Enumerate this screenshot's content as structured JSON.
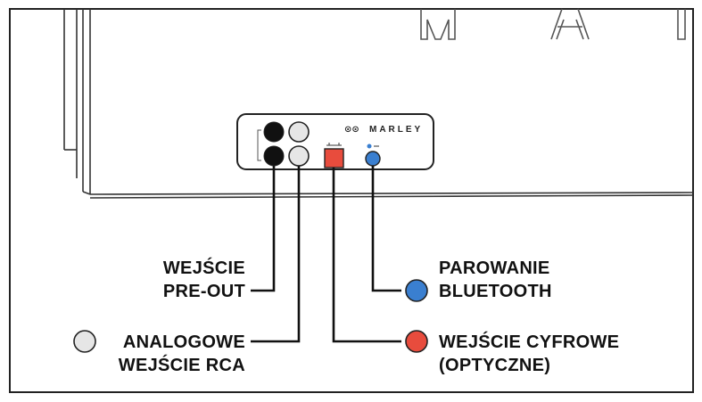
{
  "diagram": {
    "brand_logo": "MARLEY",
    "labels": {
      "pre_out_line1": "WEJŚCIE",
      "pre_out_line2": "PRE-OUT",
      "rca_line1": "ANALOGOWE",
      "rca_line2": "WEJŚCIE RCA",
      "bluetooth_line1": "PAROWANIE",
      "bluetooth_line2": "BLUETOOTH",
      "optical_line1": "WEJŚCIE CYFROWE",
      "optical_line2": "(OPTYCZNE)"
    },
    "colors": {
      "pre_out": "#111111",
      "rca": "#e6e6e6",
      "optical": "#e84c3d",
      "bluetooth": "#3a7fd0",
      "outline": "#222222"
    }
  }
}
